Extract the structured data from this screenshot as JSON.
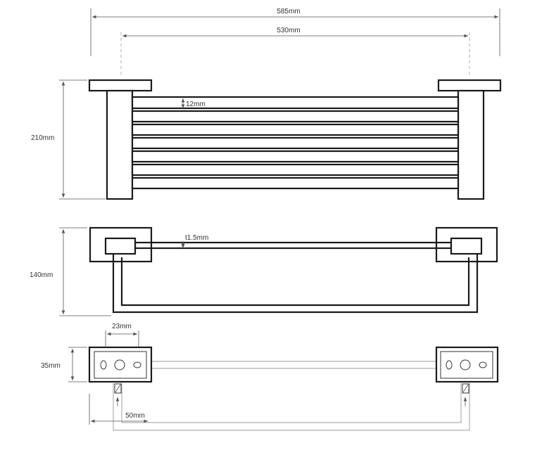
{
  "drawing": {
    "dimensions": {
      "overall_width": "585mm",
      "inner_width": "530mm",
      "bar_spacing": "12mm",
      "front_height": "210mm",
      "side_height": "140mm",
      "rod_diameter": "t1.5mm",
      "mount_width": "23mm",
      "mount_height": "35mm",
      "mount_offset": "50mm"
    },
    "views": [
      "front-view",
      "side-view",
      "top-view"
    ],
    "shelf_bar_count": 7
  }
}
